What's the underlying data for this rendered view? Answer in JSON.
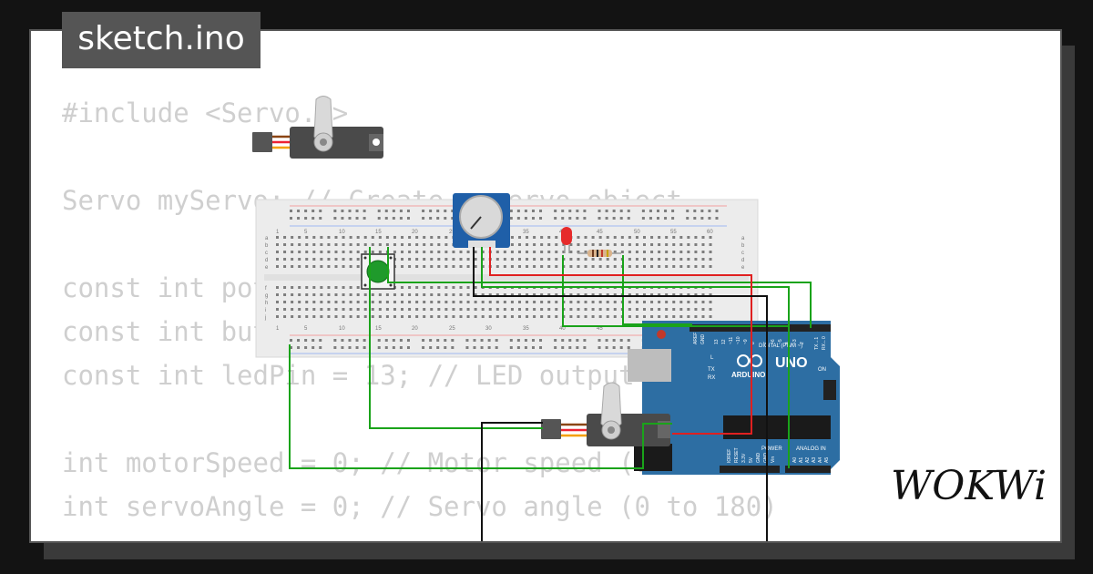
{
  "title": "sketch.ino",
  "logo_text": "WOKWi",
  "code_lines": [
    "#include <Servo.h>",
    "",
    "Servo myServo; // Create a servo object",
    "",
    "const int potPin = A0; // Analog input pin",
    "const int buttonPin = 2; // Button pin",
    "const int ledPin = 13; // LED output (optional)",
    "",
    "int motorSpeed = 0; // Motor speed (0 to 255)",
    "int servoAngle = 0; // Servo angle (0 to 180)"
  ],
  "breadboard": {
    "column_numbers": [
      "1",
      "5",
      "10",
      "15",
      "20",
      "25",
      "30",
      "35",
      "40",
      "45",
      "50",
      "55",
      "60"
    ],
    "row_letters_top": [
      "a",
      "b",
      "c",
      "d",
      "e"
    ],
    "row_letters_bottom": [
      "f",
      "g",
      "h",
      "i",
      "j"
    ]
  },
  "arduino": {
    "model": "UNO",
    "brand": "ARDUINO",
    "header_digital": "DIGITAL (PWM ~)",
    "header_power": "POWER",
    "header_analog": "ANALOG IN",
    "label_on": "ON",
    "label_l": "L",
    "label_tx": "TX",
    "label_rx": "RX",
    "power_pins": [
      "IOREF",
      "RESET",
      "3.3V",
      "5V",
      "GND",
      "GND",
      "Vin"
    ],
    "analog_pins": [
      "A0",
      "A1",
      "A2",
      "A3",
      "A4",
      "A5"
    ],
    "top_pins": [
      "AREF",
      "GND",
      "13",
      "12",
      "~11",
      "~10",
      "~9",
      "8",
      "7",
      "~6",
      "~5",
      "4",
      "~3",
      "2",
      "TX→1",
      "RX←0"
    ]
  },
  "colors": {
    "background": "#131313",
    "card": "#ffffff",
    "tab": "#555555",
    "code_text": "#cfcfcf",
    "arduino_board": "#2d6ea3",
    "wire_green": "#1aa31a",
    "wire_red": "#e02020",
    "wire_black": "#111111",
    "led_red": "#e62b2b",
    "button_green": "#1f9a2b",
    "pot_blue": "#1f5fa8"
  },
  "icons": [
    "servo-icon",
    "potentiometer-icon",
    "pushbutton-icon",
    "led-icon",
    "resistor-icon",
    "arduino-logo-icon"
  ]
}
